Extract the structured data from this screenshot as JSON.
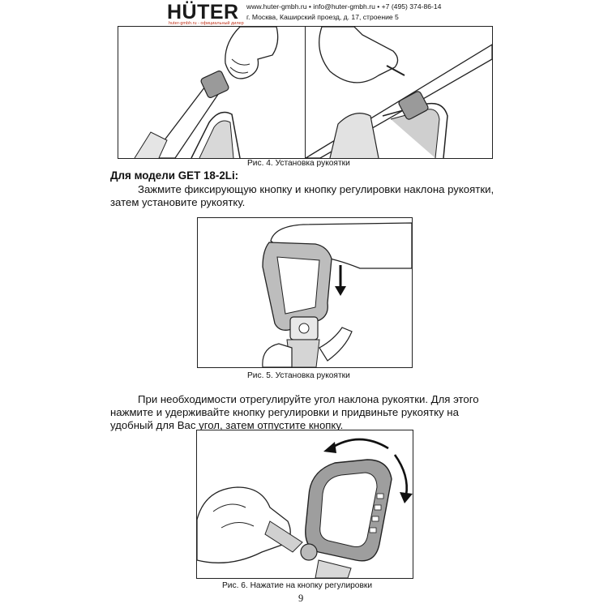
{
  "header": {
    "logo_text": "HÜTER",
    "logo_sub": "huter-gmbh.ru - официальный дилер",
    "contacts": "www.huter-gmbh.ru • info@huter-gmbh.ru • +7 (495) 374-86-14",
    "address": "г. Москва, Каширский проезд, д. 17, строение 5"
  },
  "figures": {
    "fig4_caption": "Рис. 4. Установка рукоятки",
    "fig5_caption": "Рис. 5. Установка рукоятки",
    "fig6_caption": "Рис. 6. Нажатие на кнопку регулировки"
  },
  "section": {
    "heading": "Для модели GET 18-2Li:",
    "para1_line1": "Зажмите фиксирующую кнопку и кнопку регулировки наклона рукоятки,",
    "para1_line2": "затем установите рукоятку.",
    "para2_line1": "При необходимости отрегулируйте угол наклона рукоятки. Для этого",
    "para2_line2": "нажмите и удерживайте кнопку регулировки и придвиньте рукоятку на",
    "para2_line3": "удобный для Вас угол, затем отпустите кнопку."
  },
  "page_number": "9",
  "colors": {
    "logo_accent": "#c2371f",
    "handle_gray": "#9a9a9a",
    "text": "#111111"
  }
}
